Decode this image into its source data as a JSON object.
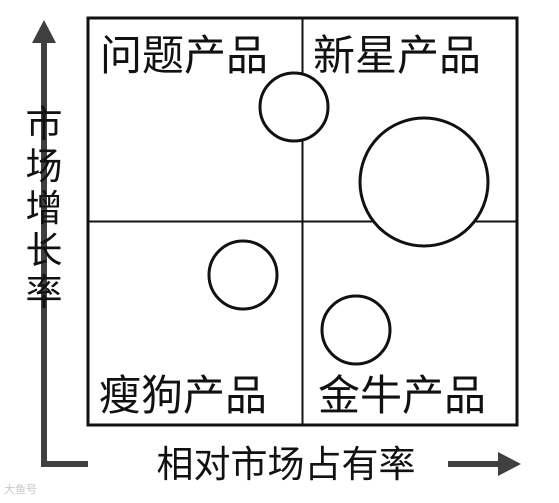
{
  "matrix": {
    "quadrants": {
      "top_left": "问题产品",
      "top_right": "新星产品",
      "bottom_left": "瘦狗产品",
      "bottom_right": "金牛产品"
    },
    "axes": {
      "x_label": "相对市场占有率",
      "y_label": "市场增长率"
    }
  },
  "watermark": {
    "text": "大鱼号"
  },
  "colors": {
    "ink": "#111111",
    "background": "#ffffff",
    "watermark": "#c7c7c7"
  }
}
